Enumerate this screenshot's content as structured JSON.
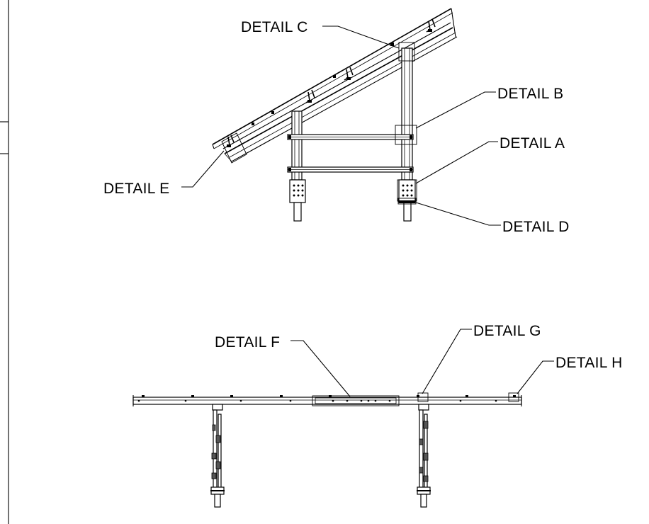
{
  "callouts": {
    "detail_a": "DETAIL A",
    "detail_b": "DETAIL B",
    "detail_c": "DETAIL C",
    "detail_d": "DETAIL D",
    "detail_e": "DETAIL E",
    "detail_f": "DETAIL F",
    "detail_g": "DETAIL G",
    "detail_h": "DETAIL H"
  }
}
